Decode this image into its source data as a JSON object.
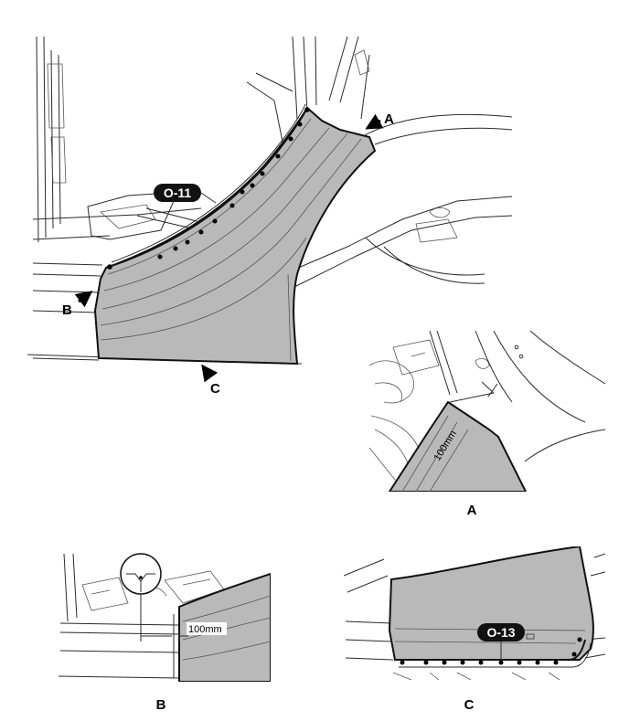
{
  "colors": {
    "panel_fill": "#b9b9b9",
    "line": "#2a2a2a",
    "callout_bg": "#111111",
    "callout_text": "#ffffff"
  },
  "main_view": {
    "callout": "O-11",
    "arrow_labels": {
      "a": "A",
      "b": "B",
      "c": "C"
    }
  },
  "detail_a": {
    "caption": "A",
    "dimension": "100mm"
  },
  "detail_b": {
    "caption": "B",
    "dimension": "100mm"
  },
  "detail_c": {
    "caption": "C",
    "callout": "O-13"
  }
}
